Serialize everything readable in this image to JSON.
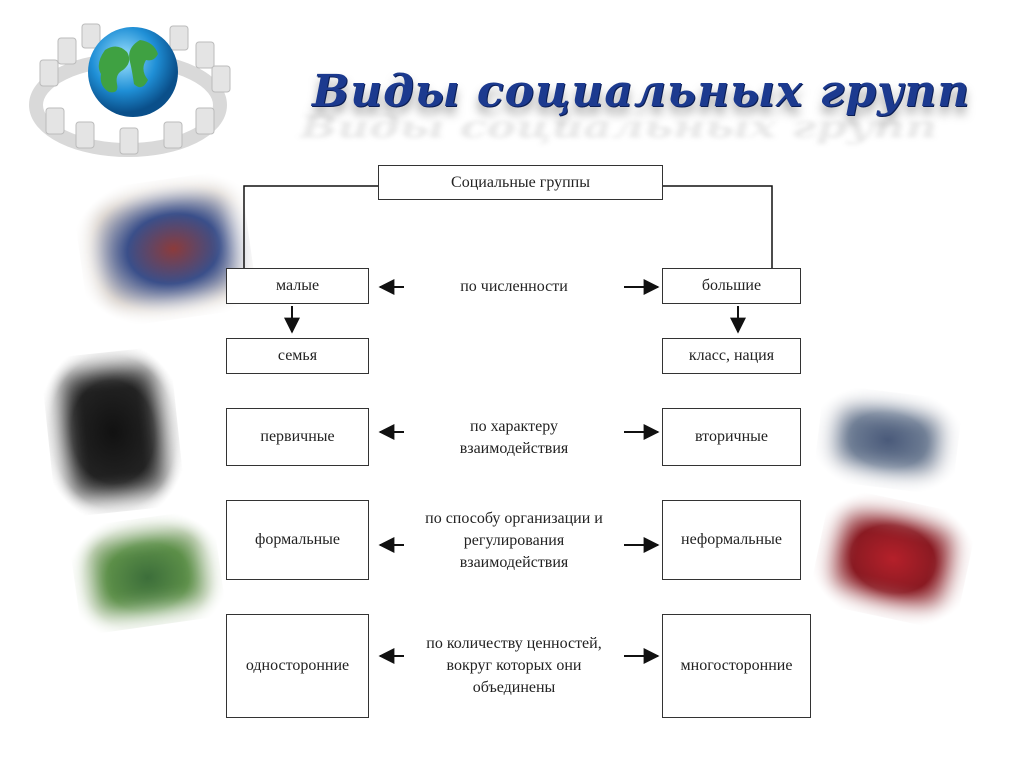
{
  "title": "Виды социальных групп",
  "root": "Социальные группы",
  "rows": [
    {
      "left": "малые",
      "criterion": "по численности",
      "right": "большие"
    },
    {
      "left": "семья",
      "criterion": "",
      "right": "класс, нация"
    },
    {
      "left": "первичные",
      "criterion": "по характеру взаимодействия",
      "right": "вторичные"
    },
    {
      "left": "формальные",
      "criterion": "по способу организации и регулирования взаимодействия",
      "right": "неформальные"
    },
    {
      "left": "односторонние",
      "criterion": "по количеству ценностей, вокруг которых они объединены",
      "right": "многосторонние"
    }
  ],
  "images": [
    "globe-meeting-icon",
    "tug-of-war-photo",
    "silhouettes-photo",
    "football-photo",
    "office-people-photo",
    "fans-crowd-photo"
  ],
  "colors": {
    "title": "#1c3a8f",
    "line": "#111111"
  }
}
